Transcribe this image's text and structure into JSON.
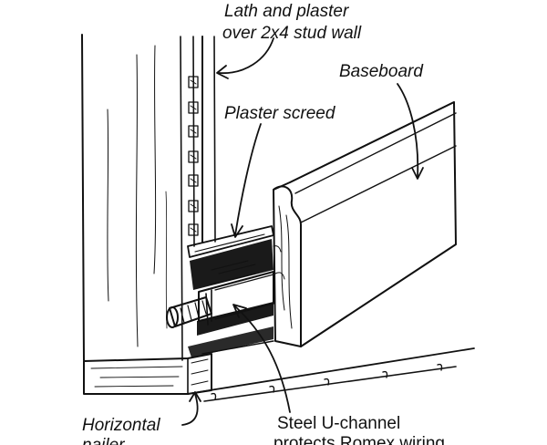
{
  "labels": {
    "lath_line1": "Lath and plaster",
    "lath_line2": "over 2x4 stud wall",
    "baseboard": "Baseboard",
    "plaster_screed": "Plaster screed",
    "horizontal_line1": "Horizontal",
    "horizontal_line2": "nailer",
    "steel_line1": "Steel U-channel",
    "steel_line2": "protects Romex wiring"
  },
  "colors": {
    "ink": "#111111",
    "background": "#ffffff"
  }
}
